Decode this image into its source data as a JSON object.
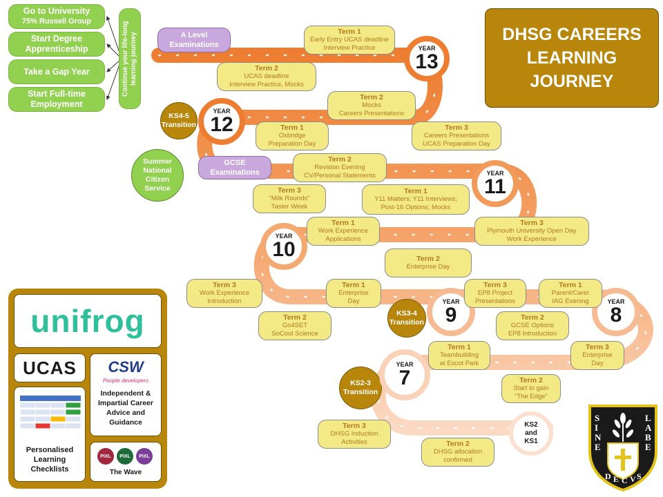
{
  "title": {
    "lines": [
      "DHSG CAREERS",
      "LEARNING",
      "JOURNEY"
    ]
  },
  "destinations": [
    {
      "label": "Go to University",
      "sub": "75% Russell  Group"
    },
    {
      "label": "Start Degree Apprenticeship",
      "sub": ""
    },
    {
      "label": "Take a Gap Year",
      "sub": ""
    },
    {
      "label": "Start Full-time Employment",
      "sub": ""
    }
  ],
  "continue_label": "Continue your life-long learning journey",
  "exams": {
    "alevel": "A Level Examinations",
    "gcse": "GCSE Examinations"
  },
  "citizen": "Summer National Citizen Service",
  "years": {
    "label": "YEAR",
    "y13": "13",
    "y12": "12",
    "y11": "11",
    "y10": "10",
    "y9": "9",
    "y8": "8",
    "y7": "7",
    "ks2": "KS2 and KS1"
  },
  "transitions": {
    "ks45": "KS4-5 Transition",
    "ks34": "KS3-4 Transition",
    "ks23": "KS2-3 Transition"
  },
  "terms": {
    "y13_t1": {
      "label": "Term 1",
      "text": [
        "Early Entry UCAS deadline",
        "Interview Practice"
      ]
    },
    "y13_t2": {
      "label": "Term 2",
      "text": [
        "UCAS deadline",
        "Interview Practice, Mocks"
      ]
    },
    "y12_t2": {
      "label": "Term 2",
      "text": [
        "Mocks",
        "Careers Presentations"
      ]
    },
    "y12_t1": {
      "label": "Term 1",
      "text": [
        "Oxbridge",
        "Preparation Day"
      ]
    },
    "y12_t3": {
      "label": "Term 3",
      "text": [
        "Careers Presentations",
        "UCAS Preparation Day"
      ]
    },
    "y11_t2": {
      "label": "Term 2",
      "text": [
        "Revision Evening",
        "CV/Personal Statements"
      ]
    },
    "y11_t3": {
      "label": "Term 3",
      "text": [
        "“Milk Rounds”",
        "Taster Week"
      ]
    },
    "y11_t1": {
      "label": "Term 1",
      "text": [
        "Y11 Matters; Y11 Interviews;",
        "Post-16 Options; Mocks"
      ]
    },
    "y10_t1": {
      "label": "Term 1",
      "text": [
        "Work Experience",
        "Applications"
      ]
    },
    "y10_t3": {
      "label": "Term 3",
      "text": [
        "Plymouth University Open Day",
        "Work Experience"
      ]
    },
    "y10_t2": {
      "label": "Term 2",
      "text": [
        "Enterprise Day"
      ]
    },
    "y9_t3": {
      "label": "Term 3",
      "text": [
        "Work Experience",
        "Introduction"
      ]
    },
    "y9_t1": {
      "label": "Term 1",
      "text": [
        "Enterprise",
        "Day"
      ]
    },
    "y9_t2": {
      "label": "Term 2",
      "text": [
        "Go4SET",
        "SoCool Science"
      ]
    },
    "y8_t3": {
      "label": "Term 3",
      "text": [
        "EP8 Project",
        "Presentations"
      ]
    },
    "y8_t1": {
      "label": "Term 1",
      "text": [
        "Parent/Carer",
        "IAG Evening"
      ]
    },
    "y8_t2": {
      "label": "Term 2",
      "text": [
        "GCSE Options",
        "EP8 Introduction"
      ]
    },
    "y7_t1": {
      "label": "Term 1",
      "text": [
        "Teambuilding",
        "at Escot Park"
      ]
    },
    "y7_t3": {
      "label": "Term 3",
      "text": [
        "Enterprise",
        "Day"
      ]
    },
    "y7_t2": {
      "label": "Term 2",
      "text": [
        "Start to gain",
        "“The Edge”"
      ]
    },
    "ks2_t3": {
      "label": "Term 3",
      "text": [
        "DHSG Induction",
        "Activities"
      ]
    },
    "ks2_t2": {
      "label": "Term 2",
      "text": [
        "DHSG allocation",
        "confirmed"
      ]
    }
  },
  "resources": {
    "unifrog": "unifrog",
    "ucas": "UCAS",
    "csw": "CSW",
    "csw_tag": "People developers",
    "csw_desc": "Independent & Impartial Career Advice and Guidance",
    "checklists": "Personalised Learning Checklists",
    "pixl": "PiXL",
    "wave": "The Wave"
  },
  "crest": {
    "letters": [
      "SINE",
      "LABE",
      "DECVS"
    ]
  },
  "colors": {
    "road_dark": "#ed7d31",
    "road_light": "#f8cbad",
    "gold": "#b8860b",
    "term_fill": "#f3ea86",
    "exam_fill": "#c9a8de",
    "green": "#92d050",
    "unifrog": "#2fbf9a",
    "csw_blue": "#1f3c88",
    "csw_red": "#d6336c",
    "pixl": "#7a1f5c"
  }
}
